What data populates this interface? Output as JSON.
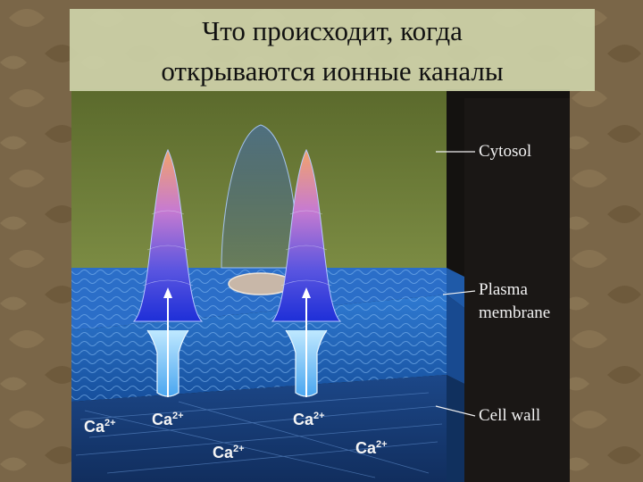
{
  "slide": {
    "title_line1": "Что происходит, когда",
    "title_line2": "открываются ионные каналы"
  },
  "diagram": {
    "labels": {
      "cytosol": "Cytosol",
      "plasma_membrane_line1": "Plasma",
      "plasma_membrane_line2": "membrane",
      "cell_wall": "Cell wall"
    },
    "ions": [
      {
        "base": "Ca",
        "charge": "2+"
      },
      {
        "base": "Ca",
        "charge": "2+"
      },
      {
        "base": "Ca",
        "charge": "2+"
      },
      {
        "base": "Ca",
        "charge": "2+"
      },
      {
        "base": "Ca",
        "charge": "2+"
      }
    ],
    "colors": {
      "cytosol": "#6b7d3a",
      "membrane": "#1e5fb0",
      "cell_wall": "#1a3f7a",
      "peak_top": "#f0a06a",
      "peak_mid": "#8a5fd0",
      "peak_base": "#2a40e0",
      "background": "#7a6648"
    }
  }
}
